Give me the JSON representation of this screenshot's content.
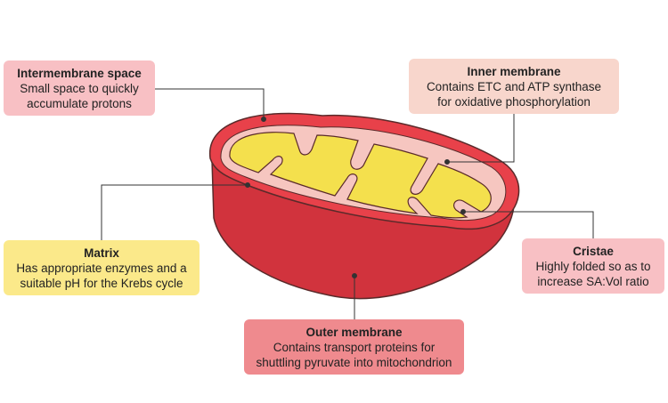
{
  "labels": {
    "intermembrane_space": {
      "title": "Intermembrane space",
      "description_lines": [
        "Small space to quickly",
        "accumulate protons"
      ]
    },
    "inner_membrane": {
      "title": "Inner membrane",
      "description_lines": [
        "Contains ETC and ATP synthase",
        "for oxidative phosphorylation"
      ]
    },
    "matrix": {
      "title": "Matrix",
      "description_lines": [
        "Has appropriate enzymes and a",
        "suitable pH for the Krebs cycle"
      ]
    },
    "cristae": {
      "title": "Cristae",
      "description_lines": [
        "Highly folded so as to",
        "increase SA:Vol ratio"
      ]
    },
    "outer_membrane": {
      "title": "Outer membrane",
      "description_lines": [
        "Contains transport proteins for",
        "shuttling pyruvate into mitochondrion"
      ]
    }
  },
  "colors": {
    "outer_membrane": "#e8414a",
    "outer_membrane_dark": "#d1333d",
    "membrane_light": "#f6c6c0",
    "matrix": "#f4e04d",
    "outline": "#5a2a2a",
    "box_intermembrane": "#f8c0c4",
    "box_inner": "#f8d6cc",
    "box_matrix": "#fbe98a",
    "box_cristae": "#f8c0c4",
    "box_outer": "#ef8a8e"
  }
}
